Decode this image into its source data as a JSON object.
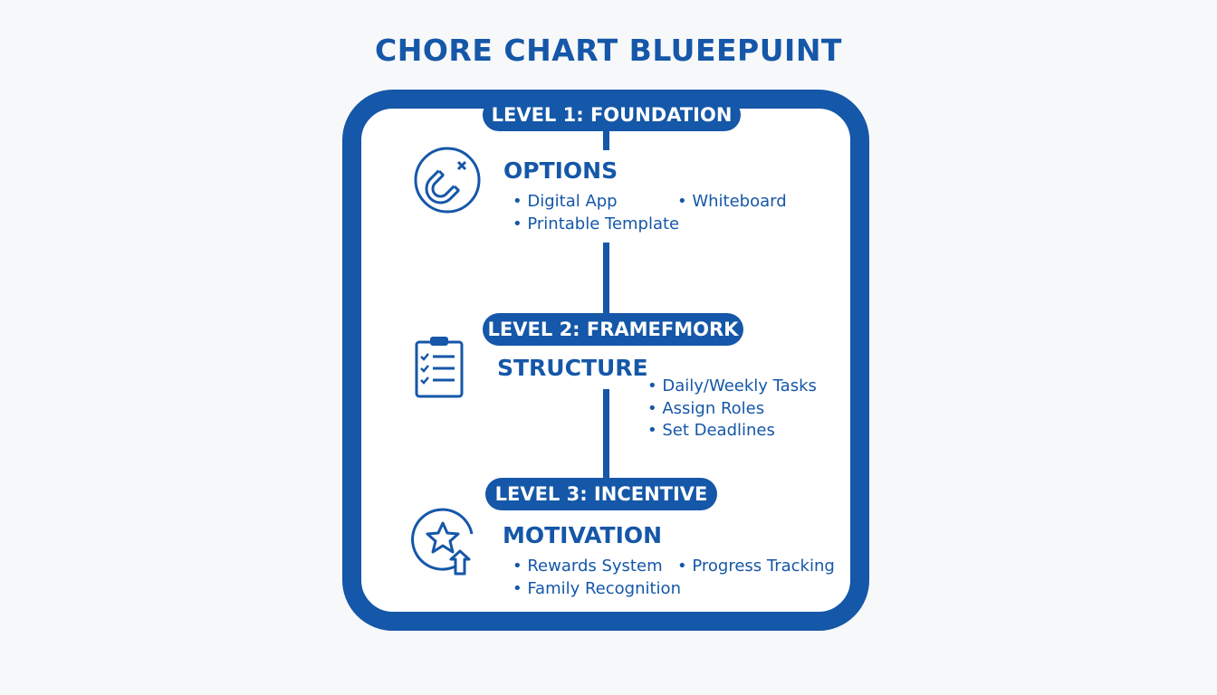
{
  "title": "CHORE CHART BLUEEPUINT",
  "colors": {
    "primary": "#1557a8",
    "background": "#f7f8fa",
    "card": "#ffffff"
  },
  "levels": [
    {
      "label": "LEVEL 1: FOUNDATION",
      "heading": "OPTIONS",
      "icon": "magnet-icon",
      "bullets": [
        "Digital App",
        "Whiteboard",
        "Printable Template"
      ]
    },
    {
      "label": "LEVEL 2: FRAMEFMORK",
      "heading": "STRUCTURE",
      "icon": "clipboard-checklist-icon",
      "bullets": [
        "Daily/Weekly Tasks",
        "Assign Roles",
        "Set Deadlines"
      ]
    },
    {
      "label": "LEVEL 3: INCENTIVE",
      "heading": "MOTIVATION",
      "icon": "star-upgrade-icon",
      "bullets": [
        "Rewards System",
        "Progress Tracking",
        "Family Recognition"
      ]
    }
  ]
}
